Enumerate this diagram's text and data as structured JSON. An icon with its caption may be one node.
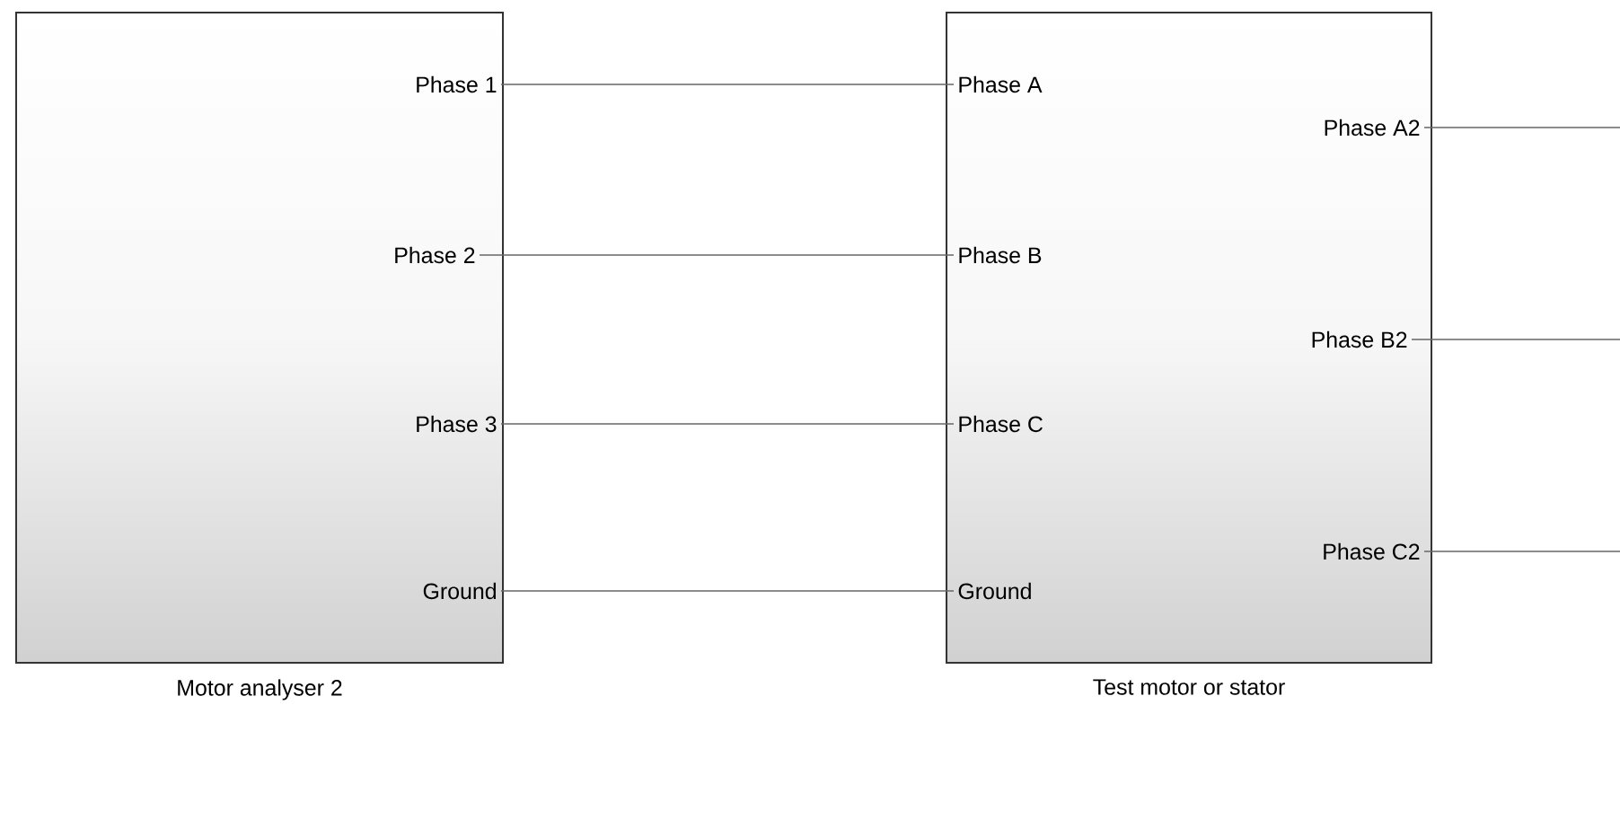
{
  "diagram": {
    "nodes": [
      {
        "text": [
          "Motor analyser 2"
        ]
      },
      {
        "text": [
          "Phase 1"
        ],
        "in": 0
      },
      {
        "text": [
          "Phase 2"
        ],
        "in": 0
      },
      {
        "text": [
          "Phase 3"
        ],
        "in": 0
      },
      {
        "text": [
          "Ground"
        ],
        "in": 0
      },
      {
        "text": [
          "Test motor or stator"
        ]
      },
      {
        "text": [
          "Phase A"
        ],
        "in": 5
      },
      {
        "text": [
          "Phase A2"
        ],
        "in": 5
      },
      {
        "text": [
          "Phase B"
        ],
        "in": 5
      },
      {
        "text": [
          "Phase B2"
        ],
        "in": 5
      },
      {
        "text": [
          "Phase C"
        ],
        "in": 5
      },
      {
        "text": [
          "Phase C2"
        ],
        "in": 5
      },
      {
        "text": [
          "Ground"
        ],
        "in": 5
      }
    ],
    "edges": [
      {
        "from": 1,
        "to": 6,
        "arrow": "none"
      },
      {
        "from": 2,
        "to": 8,
        "arrow": "none"
      },
      {
        "from": 3,
        "to": 10,
        "arrow": "none"
      },
      {
        "from": 4,
        "to": 12,
        "arrow": "none"
      },
      {
        "from": 7,
        "to": null,
        "arrow": "none"
      },
      {
        "from": 9,
        "to": null,
        "arrow": "none"
      },
      {
        "from": 11,
        "to": null,
        "arrow": "none"
      }
    ]
  }
}
